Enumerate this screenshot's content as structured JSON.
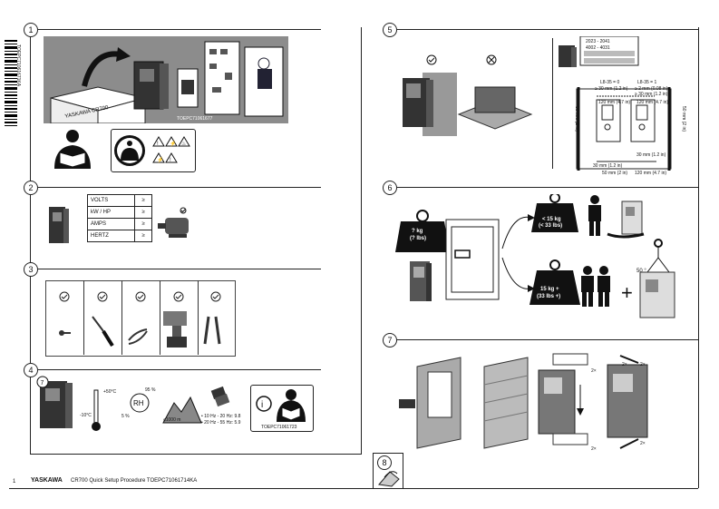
{
  "barcode_text": "TOEPC71061671KA",
  "sections": {
    "s1": {
      "number": "1",
      "box_label": "YASKAWA CR700",
      "doc_code": "TOEPC71061677"
    },
    "s2": {
      "number": "2",
      "rows": [
        "VOLTS",
        "kW / HP",
        "AMPS",
        "HERTZ"
      ],
      "symbol": "≥"
    },
    "s3": {
      "number": "3"
    },
    "s4": {
      "number": "4",
      "temp_high": "+50°C",
      "temp_low": "-10°C",
      "rh_high": "95 %",
      "rh_low": "5 %",
      "altitude": "≤1000 m",
      "vibration_1": "• 10 Hz - 20 Hz: 9.8",
      "vibration_2": "• 20 Hz - 55 Hz: 5.9",
      "manual_code": "TOEPC71061723"
    },
    "s5": {
      "number": "5",
      "tbl_r1": "2023 - 2041",
      "tbl_r2": "4002 - 4031",
      "l8_left": "L8-35 = 0",
      "l8_left_sub": "≥ 30 mm (1.2 in)",
      "l8_right": "L8-35 = 1",
      "l8_right_sub1": "≥ 2 mm (0.08 in)",
      "l8_right_sub2": "≥ 30 mm (1.2 in)",
      "top_left_mm": "120 mm (4.7 in)",
      "top_right_mm": "120 mm (4.7 in)",
      "mid_mm": "30 mm (1.2 in)",
      "bot_left_mm": "30 mm (1.2 in)",
      "bot_mm1": "50 mm (2 in)",
      "bot_mm2": "120 mm (4.7 in)",
      "side_left": "50 mm (2 in)",
      "side_right": "50 mm (2 in)"
    },
    "s6": {
      "number": "6",
      "weight_unknown": "? kg",
      "weight_unknown_lbs": "(? lbs)",
      "weight_light": "< 15 kg",
      "weight_light_lbs": "(< 33 lbs)",
      "weight_heavy": "15 kg +",
      "weight_heavy_lbs": "(33 lbs +)",
      "angle": "50 °",
      "plus": "+"
    },
    "s7": {
      "number": "7",
      "mult_a": "2×",
      "mult_b": "2×",
      "mult_c": "2×",
      "mult_d": "2×",
      "mult_e": "2×"
    },
    "s8": {
      "number": "8"
    }
  },
  "footer": {
    "page_number": "1",
    "brand": "YASKAWA",
    "text": "CR700 Quick Setup Procedure  TOEPC71061714KA"
  },
  "colors": {
    "line": "#222222",
    "panel_grey": "#8c8c8c",
    "white": "#ffffff"
  }
}
